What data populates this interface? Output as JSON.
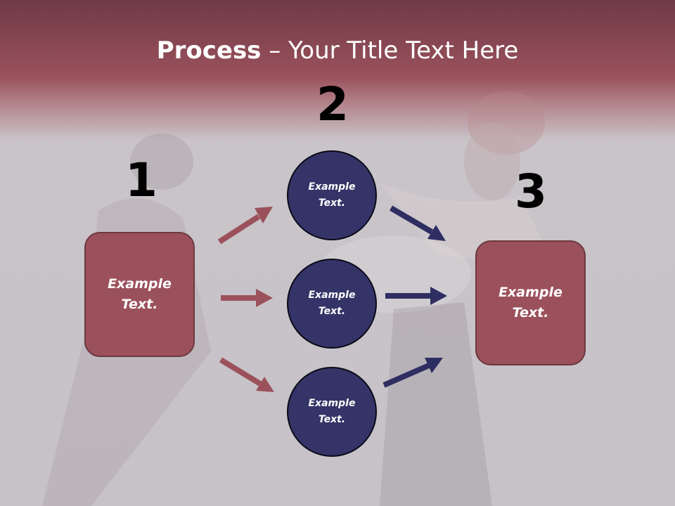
{
  "title": {
    "strong": "Process",
    "rest": " – Your Title Text Here"
  },
  "steps": [
    "1",
    "2",
    "3"
  ],
  "left_box": {
    "line1": "Example",
    "line2": "Text."
  },
  "right_box": {
    "line1": "Example",
    "line2": "Text."
  },
  "circles": [
    {
      "line1": "Example",
      "line2": "Text."
    },
    {
      "line1": "Example",
      "line2": "Text."
    },
    {
      "line1": "Example",
      "line2": "Text."
    }
  ],
  "colors": {
    "box_fill": "#9b515b",
    "circle_fill": "#343468",
    "red_arrow": "#9b515b",
    "blue_arrow": "#2e2e62",
    "header": "#9a525c"
  }
}
